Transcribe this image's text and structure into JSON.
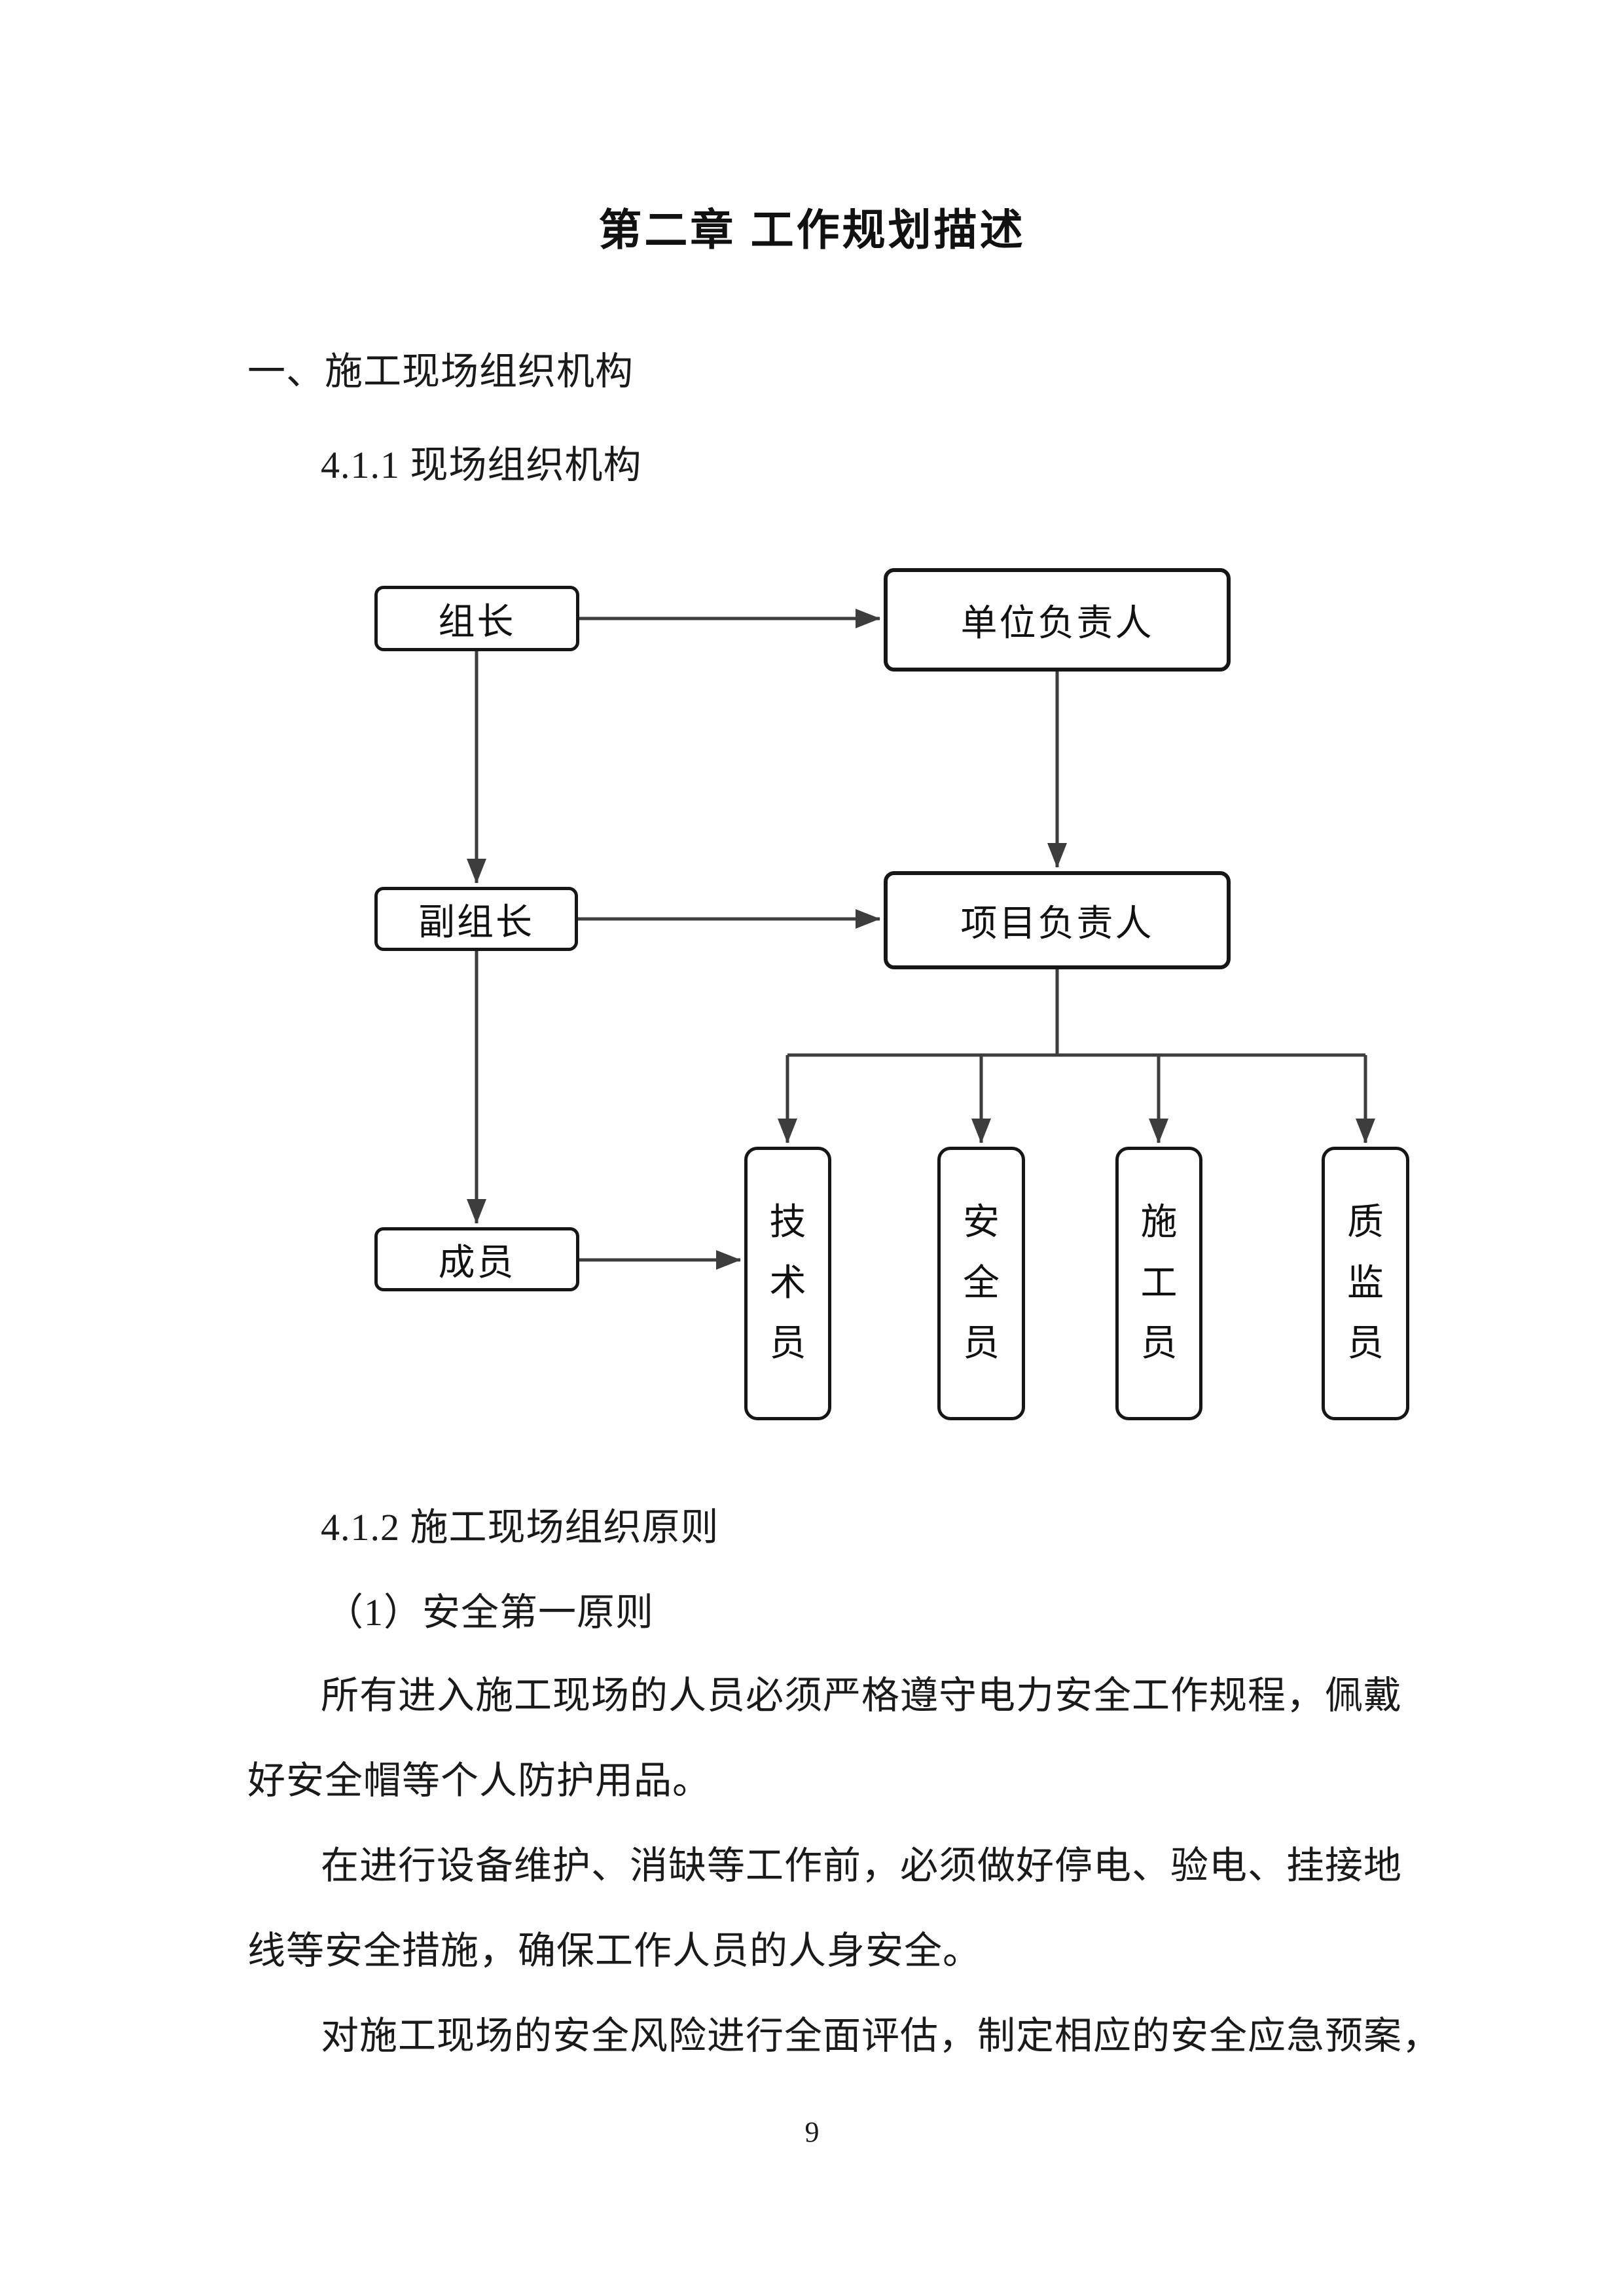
{
  "document": {
    "chapter_title": "第二章 工作规划描述",
    "page_number": "9"
  },
  "headings": {
    "section": "一、施工现场组织机构",
    "sub1": "4.1.1 现场组织机构",
    "sub2": "4.1.2 施工现场组织原则",
    "principle": "（1）安全第一原则"
  },
  "body": {
    "p1_line1": "所有进入施工现场的人员必须严格遵守电力安全工作规程，佩戴",
    "p1_line2": "好安全帽等个人防护用品。",
    "p2_line1": "在进行设备维护、消缺等工作前，必须做好停电、验电、挂接地",
    "p2_line2": "线等安全措施，确保工作人员的人身安全。",
    "p3_line1": "对施工现场的安全风险进行全面评估，制定相应的安全应急预案，"
  },
  "org_chart": {
    "nodes": {
      "group_leader": "组长",
      "unit_head": "单位负责人",
      "deputy_group_leader": "副组长",
      "project_head": "项目负责人",
      "members": "成员",
      "technician": "技术员",
      "safety_officer": "安全员",
      "construction_officer": "施工员",
      "quality_supervisor": "质监员"
    }
  },
  "colors": {
    "background": "#ffffff",
    "text": "#1a1a1a",
    "connector_line": "#3d3d3d",
    "box_border": "#161616"
  }
}
